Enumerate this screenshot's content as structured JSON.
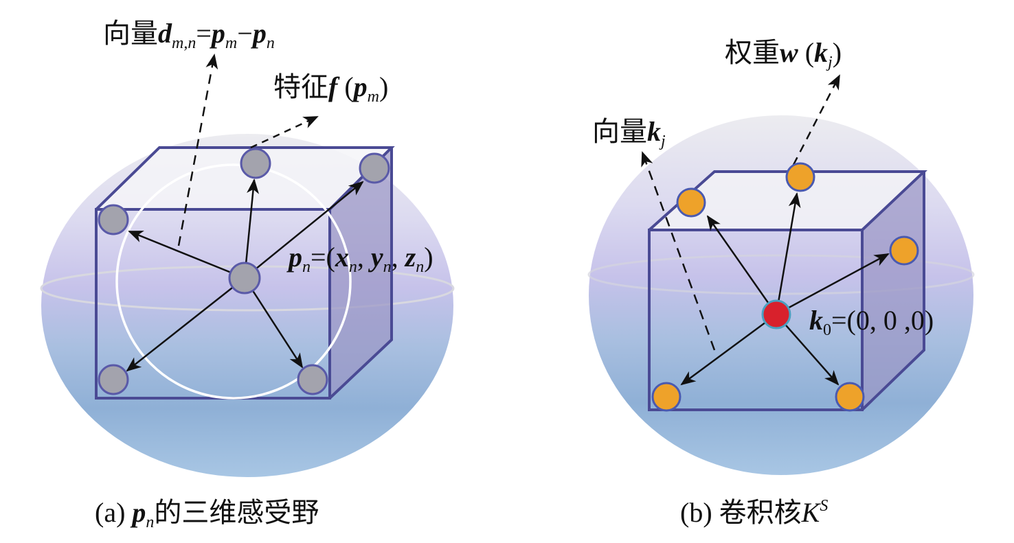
{
  "panel_a": {
    "caption_prefix": "(a) ",
    "caption_var": "p",
    "caption_sub": "n",
    "caption_text": "的三维感受野",
    "vector_label": {
      "prefix": "向量",
      "d": "d",
      "d_sub": "m,n",
      "eq": "=",
      "p1": "p",
      "p1_sub": "m",
      "minus": "−",
      "p2": "p",
      "p2_sub": "n"
    },
    "feature_label": {
      "prefix": "特征",
      "f": "f",
      "open": " (",
      "p": "p",
      "p_sub": "m",
      "close": ")"
    },
    "point_label": {
      "p": "p",
      "p_sub": "n",
      "eq": "=(",
      "x": "x",
      "x_sub": "n",
      "c1": ", ",
      "y": "y",
      "y_sub": "n",
      "c2": ", ",
      "z": "z",
      "z_sub": "n",
      "close": ")"
    }
  },
  "panel_b": {
    "caption_prefix": "(b) 卷积核",
    "caption_var": "K",
    "caption_sup": "S",
    "weight_label": {
      "prefix": "权重",
      "w": "w",
      "open": " (",
      "k": "k",
      "k_sub": "j",
      "close": ")"
    },
    "vector_label": {
      "prefix": "向量",
      "k": "k",
      "k_sub": "j"
    },
    "center_label": {
      "k": "k",
      "k_sub": "0",
      "rest": "=(0, 0 ,0)"
    }
  },
  "colors": {
    "node_gray": "#a3a3ad",
    "node_orange": "#eea22a",
    "node_red": "#d8212c",
    "cube_edge": "#4a4a94"
  }
}
